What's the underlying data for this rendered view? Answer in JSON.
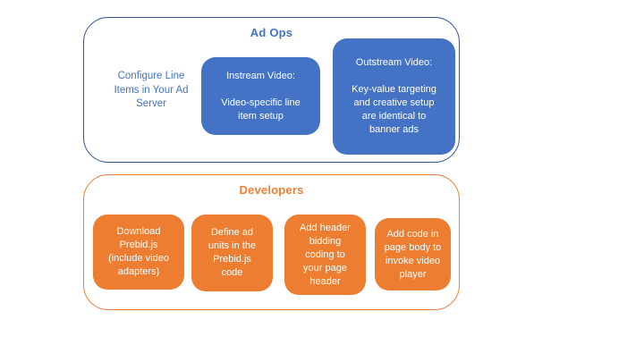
{
  "colors": {
    "blue_fill": "#4472C4",
    "blue_border": "#2F5597",
    "orange_fill": "#ED7D31",
    "orange_border": "#ED7D31",
    "box_text": "#FFFFFF",
    "background": "#FFFFFF"
  },
  "ad_ops": {
    "title": "Ad Ops",
    "side_note": "Configure Line\nItems in Your Ad\nServer",
    "boxes": [
      {
        "text": "Instream Video:\n\nVideo-specific line\nitem setup"
      },
      {
        "text": "Outstream Video:\n\nKey-value targeting\nand creative setup\nare identical to\nbanner ads"
      }
    ]
  },
  "developers": {
    "title": "Developers",
    "boxes": [
      {
        "text": "Download\nPrebid.js\n(include video\nadapters)"
      },
      {
        "text": "Define ad\nunits in the\nPrebid.js\ncode"
      },
      {
        "text": "Add header\nbidding\ncoding to\nyour page\nheader"
      },
      {
        "text": "Add code in\npage body to\ninvoke video\nplayer"
      }
    ]
  }
}
